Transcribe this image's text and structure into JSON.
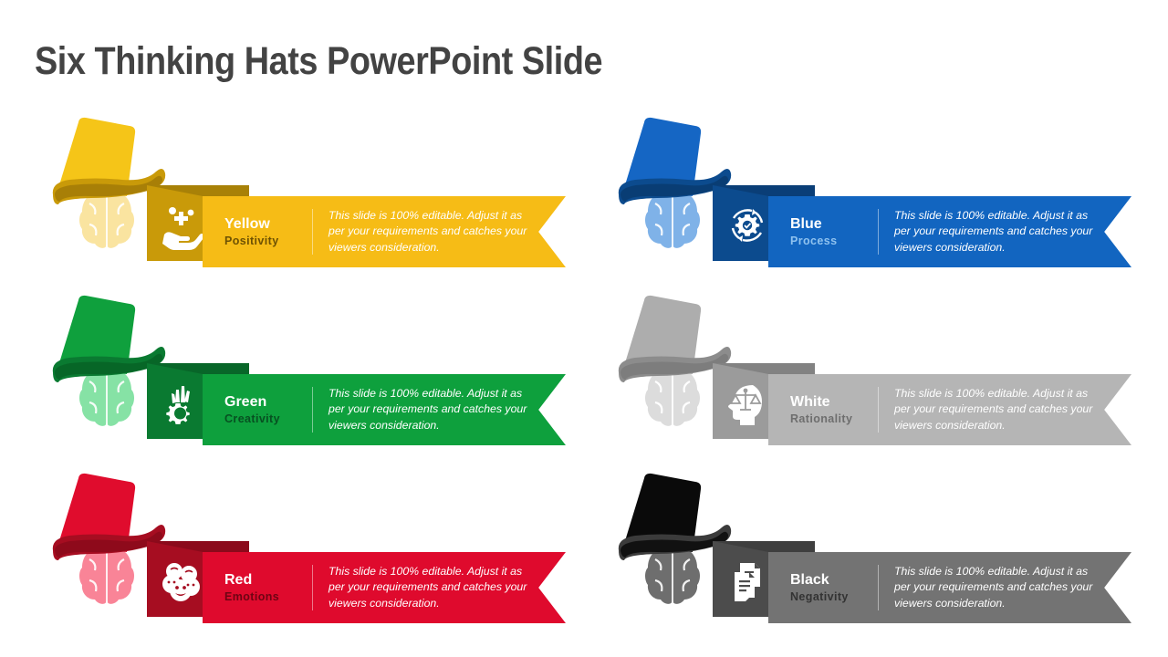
{
  "slide": {
    "title": "Six Thinking Hats PowerPoint Slide",
    "background": "#FFFFFF"
  },
  "hats": [
    {
      "id": "yellow",
      "name": "Yellow",
      "trait": "Positivity",
      "description": "This slide is 100% editable. Adjust it as per your requirements and catches your viewers consideration.",
      "icon": "hand-holding-plus-icon",
      "hat_icon": "top-hat-brain-icon",
      "colors": {
        "hat": "#F5C518",
        "hat_brim": "#C99A09",
        "brain": "#FAE4A0",
        "icon_box": "#C99A09",
        "ribbon": "#F6BC16",
        "label_main": "#FFFFFF",
        "label_sub": "#6E5203"
      }
    },
    {
      "id": "blue",
      "name": "Blue",
      "trait": "Process",
      "description": "This slide is 100% editable. Adjust it as per your requirements and catches your viewers consideration.",
      "icon": "gear-cycle-icon",
      "hat_icon": "top-hat-brain-icon",
      "colors": {
        "hat": "#1566C4",
        "hat_brim": "#0C4B8E",
        "brain": "#7FB2E8",
        "icon_box": "#0C4B8E",
        "ribbon": "#1265C0",
        "label_main": "#FFFFFF",
        "label_sub": "#8FC2EF"
      }
    },
    {
      "id": "green",
      "name": "Green",
      "trait": "Creativity",
      "description": "This slide is 100% editable. Adjust it as per your requirements and catches your viewers consideration.",
      "icon": "gear-pencils-icon",
      "hat_icon": "top-hat-brain-icon",
      "colors": {
        "hat": "#0FA03D",
        "hat_brim": "#0A7A31",
        "brain": "#86E2A5",
        "icon_box": "#0A7A31",
        "ribbon": "#0EA03D",
        "label_main": "#FFFFFF",
        "label_sub": "#075021"
      }
    },
    {
      "id": "white",
      "name": "White",
      "trait": "Rationality",
      "description": "This slide is 100% editable. Adjust it as per your requirements and catches your viewers consideration.",
      "icon": "head-balance-scale-icon",
      "hat_icon": "top-hat-brain-icon",
      "colors": {
        "hat": "#ADADAD",
        "hat_brim": "#8C8C8C",
        "brain": "#DCDCDC",
        "icon_box": "#9B9B9B",
        "ribbon": "#B5B5B5",
        "label_main": "#FFFFFF",
        "label_sub": "#6E6E6E"
      }
    },
    {
      "id": "red",
      "name": "Red",
      "trait": "Emotions",
      "description": "This slide is 100% editable. Adjust it as per your requirements and catches your viewers consideration.",
      "icon": "emotion-faces-icon",
      "hat_icon": "top-hat-brain-icon",
      "colors": {
        "hat": "#E00C2D",
        "hat_brim": "#A60D21",
        "brain": "#F98497",
        "icon_box": "#A60D21",
        "ribbon": "#DF0A2D",
        "label_main": "#FFFFFF",
        "label_sub": "#6E0413"
      }
    },
    {
      "id": "black",
      "name": "Black",
      "trait": "Negativity",
      "description": "This slide is 100% editable. Adjust it as per your requirements and catches your viewers consideration.",
      "icon": "document-checklist-icon",
      "hat_icon": "top-hat-brain-icon",
      "colors": {
        "hat": "#0A0A0A",
        "hat_brim": "#3B3B3B",
        "brain": "#6E6E6E",
        "icon_box": "#4C4C4C",
        "ribbon": "#737373",
        "label_main": "#FFFFFF",
        "label_sub": "#333333"
      }
    }
  ]
}
